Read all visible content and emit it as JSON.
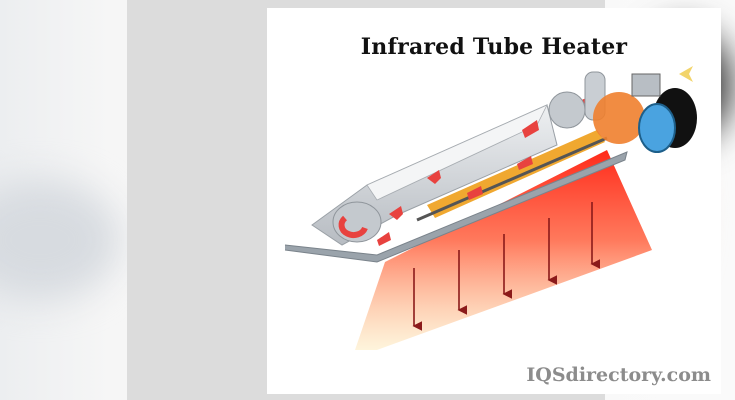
{
  "diagram": {
    "title": "Infrared Tube Heater",
    "watermark": "IQSdirectory.com",
    "components": [
      {
        "name": "reflector-housing",
        "description": "Angled reflector hood over the radiant tube"
      },
      {
        "name": "radiant-tube",
        "description": "Tube carrying hot combustion gases, shown glowing orange"
      },
      {
        "name": "u-bend",
        "description": "Return bend at the far end of the tube"
      },
      {
        "name": "burner-assembly",
        "description": "Orange burner housing with gas inlet pipe"
      },
      {
        "name": "blower-motor",
        "description": "Blue and black fan motor at the intake end"
      },
      {
        "name": "air-intake",
        "description": "Yellow arrow indicating air intake"
      },
      {
        "name": "radiant-heat-zone",
        "description": "Red-to-yellow gradient beneath heater showing infrared radiation"
      }
    ],
    "flow_arrows": {
      "color": "#e8423f",
      "count": 8
    },
    "heat_arrows": {
      "color": "#8b1a1a",
      "count": 5,
      "direction": "down"
    },
    "colors": {
      "heat_top": "#ff2a1a",
      "heat_bottom": "#fde9b8",
      "burner": "#f07f2e",
      "motor_blue": "#4aa3e0",
      "metal": "#c9ced3",
      "frame": "#dcdcdc"
    }
  }
}
